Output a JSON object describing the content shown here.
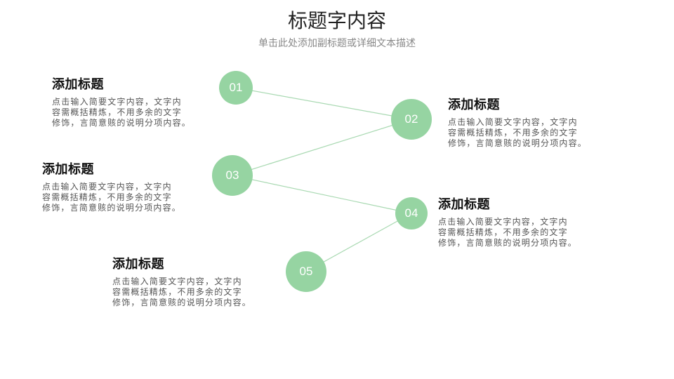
{
  "header": {
    "title": "标题字内容",
    "subtitle": "单击此处添加副标题或详细文本描述"
  },
  "nodes": [
    {
      "label": "01"
    },
    {
      "label": "02"
    },
    {
      "label": "03"
    },
    {
      "label": "04"
    },
    {
      "label": "05"
    }
  ],
  "items": [
    {
      "title": "添加标题",
      "text": "点击输入简要文字内容，文字内\n容需概括精炼，不用多余的文字\n修饰，言简意赅的说明分项内容。"
    },
    {
      "title": "添加标题",
      "text": "点击输入简要文字内容，文字内\n容需概括精炼，不用多余的文字\n修饰，言简意赅的说明分项内容。"
    },
    {
      "title": "添加标题",
      "text": "点击输入简要文字内容，文字内\n容需概括精炼，不用多余的文字\n修饰，言简意赅的说明分项内容。"
    },
    {
      "title": "添加标题",
      "text": "点击输入简要文字内容，文字内\n容需概括精炼，不用多余的文字\n修饰，言简意赅的说明分项内容。"
    },
    {
      "title": "添加标题",
      "text": "点击输入简要文字内容，文字内\n容需概括精炼，不用多余的文字\n修饰，言简意赅的说明分项内容。"
    }
  ],
  "colors": {
    "node": "#96d4a2",
    "line": "#a9d9b2"
  }
}
